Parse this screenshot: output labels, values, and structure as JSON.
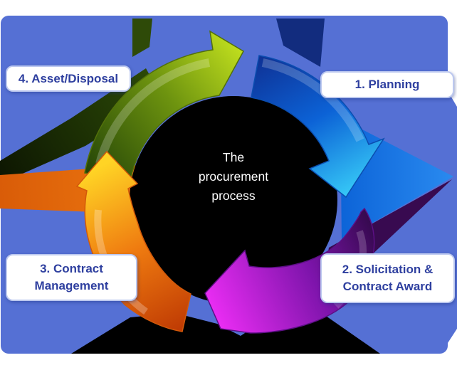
{
  "diagram_title": "The procurement process",
  "center_circle": {
    "lines": [
      "The",
      "procurement",
      "process"
    ],
    "background": "#000000",
    "text_color": "#ffffff"
  },
  "boxes": {
    "planning": {
      "text": "1. Planning",
      "position": "top-right"
    },
    "solicitation": {
      "line1": "2. Solicitation &",
      "line2": "Contract Award",
      "position": "bottom-right"
    },
    "contract": {
      "line1": "3. Contract",
      "line2": "Management",
      "position": "bottom-left"
    },
    "asset": {
      "text": "4. Asset/Disposal",
      "position": "top-left"
    }
  },
  "arrows": [
    {
      "name": "green-arrow",
      "position": "top-left-to-top",
      "color": "#c6e41f"
    },
    {
      "name": "blue-arrow",
      "position": "top-to-right",
      "color": "#38cdf8"
    },
    {
      "name": "purple-arrow",
      "position": "right-to-bottom",
      "color": "#e82cf2"
    },
    {
      "name": "orange-arrow",
      "position": "bottom-to-left",
      "color": "#ffd425"
    }
  ],
  "colors": {
    "panel_blue": "#5570d4",
    "label_text": "#2e3f9f",
    "label_background": "#ffffff",
    "circle_black": "#000000",
    "shadow_black": "#000000"
  }
}
